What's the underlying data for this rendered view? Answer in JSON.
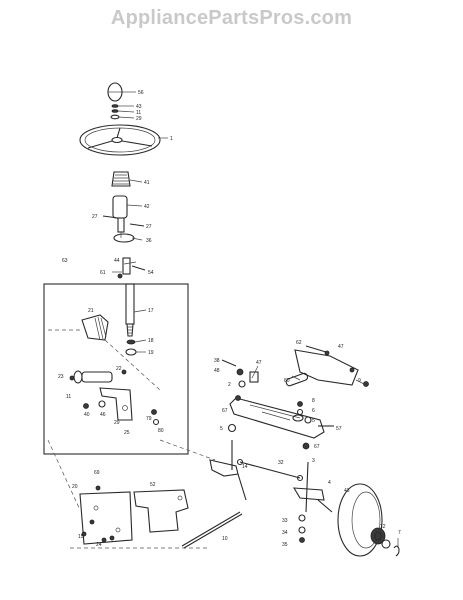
{
  "header": {
    "watermark": "AppliancePartsPros.com"
  },
  "callouts": [
    {
      "id": "c56",
      "text": "56"
    },
    {
      "id": "c43a",
      "text": "43"
    },
    {
      "id": "c11a",
      "text": "11"
    },
    {
      "id": "c29",
      "text": "29"
    },
    {
      "id": "c1",
      "text": "1"
    },
    {
      "id": "c41",
      "text": "41"
    },
    {
      "id": "c42",
      "text": "42"
    },
    {
      "id": "c27a",
      "text": "27"
    },
    {
      "id": "c27b",
      "text": "27"
    },
    {
      "id": "c36",
      "text": "36"
    },
    {
      "id": "c44",
      "text": "44"
    },
    {
      "id": "c61",
      "text": "61"
    },
    {
      "id": "c54",
      "text": "54"
    },
    {
      "id": "c63",
      "text": "63"
    },
    {
      "id": "c17",
      "text": "17"
    },
    {
      "id": "c21",
      "text": "21"
    },
    {
      "id": "c18",
      "text": "18"
    },
    {
      "id": "c19",
      "text": "19"
    },
    {
      "id": "c22",
      "text": "22"
    },
    {
      "id": "c23",
      "text": "23"
    },
    {
      "id": "c11b",
      "text": "11"
    },
    {
      "id": "c40",
      "text": "40"
    },
    {
      "id": "c46",
      "text": "46"
    },
    {
      "id": "c25",
      "text": "25"
    },
    {
      "id": "c29b",
      "text": "29"
    },
    {
      "id": "c79",
      "text": "79"
    },
    {
      "id": "c80",
      "text": "80"
    },
    {
      "id": "c38",
      "text": "38"
    },
    {
      "id": "c47a",
      "text": "47"
    },
    {
      "id": "c48",
      "text": "48"
    },
    {
      "id": "c47b",
      "text": "47"
    },
    {
      "id": "c60",
      "text": "60"
    },
    {
      "id": "c62",
      "text": "62"
    },
    {
      "id": "c2",
      "text": "2"
    },
    {
      "id": "c9",
      "text": "9"
    },
    {
      "id": "c67a",
      "text": "67"
    },
    {
      "id": "c5a",
      "text": "5"
    },
    {
      "id": "c8",
      "text": "8"
    },
    {
      "id": "c6",
      "text": "6"
    },
    {
      "id": "c5b",
      "text": "5"
    },
    {
      "id": "c57",
      "text": "57"
    },
    {
      "id": "c67b",
      "text": "67"
    },
    {
      "id": "c3",
      "text": "3"
    },
    {
      "id": "c14",
      "text": "14"
    },
    {
      "id": "c32",
      "text": "32"
    },
    {
      "id": "c10",
      "text": "10"
    },
    {
      "id": "c52",
      "text": "52"
    },
    {
      "id": "c69",
      "text": "69"
    },
    {
      "id": "c20",
      "text": "20"
    },
    {
      "id": "c15",
      "text": "15"
    },
    {
      "id": "c24",
      "text": "24"
    },
    {
      "id": "c4",
      "text": "4"
    },
    {
      "id": "c33",
      "text": "33"
    },
    {
      "id": "c34",
      "text": "34"
    },
    {
      "id": "c35",
      "text": "35"
    },
    {
      "id": "c43b",
      "text": "43"
    },
    {
      "id": "c12",
      "text": "12"
    },
    {
      "id": "c7",
      "text": "7"
    }
  ]
}
